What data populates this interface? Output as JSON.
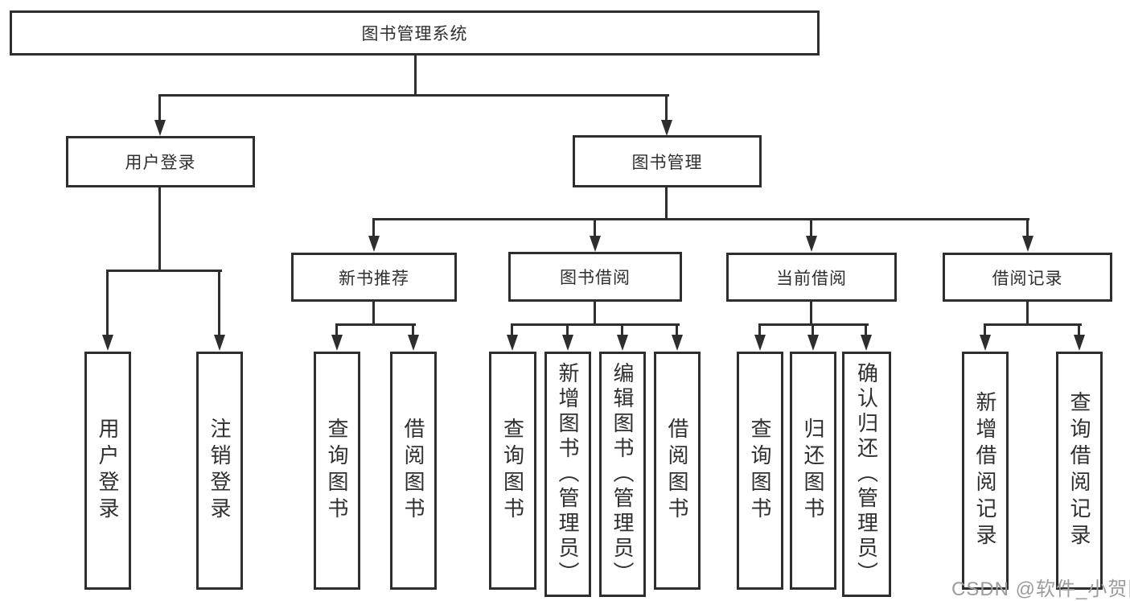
{
  "diagram": {
    "root": "图书管理系统",
    "level2": {
      "user_login": "用户登录",
      "book_mgmt": "图书管理"
    },
    "level3": {
      "new_book_rec": "新书推荐",
      "book_borrow": "图书借阅",
      "current_borrow": "当前借阅",
      "borrow_record": "借阅记录"
    },
    "leaves": {
      "user_login": "用户登录",
      "logout": "注销登录",
      "query_book_1": "查询图书",
      "borrow_book_1": "借阅图书",
      "query_book_2": "查询图书",
      "add_book": "新增图书（管理员）",
      "edit_book": "编辑图书（管理员）",
      "borrow_book_2": "借阅图书",
      "query_book_3": "查询图书",
      "return_book": "归还图书",
      "confirm_return": "确认归还（管理员）",
      "add_record": "新增借阅记录",
      "query_record": "查询借阅记录"
    }
  },
  "watermark": "CSDN @软件_小贺同学",
  "colors": {
    "line": "#2e2e2e",
    "text": "#2f2f2f",
    "watermark": "#9c9c9c",
    "background": "#ffffff"
  }
}
